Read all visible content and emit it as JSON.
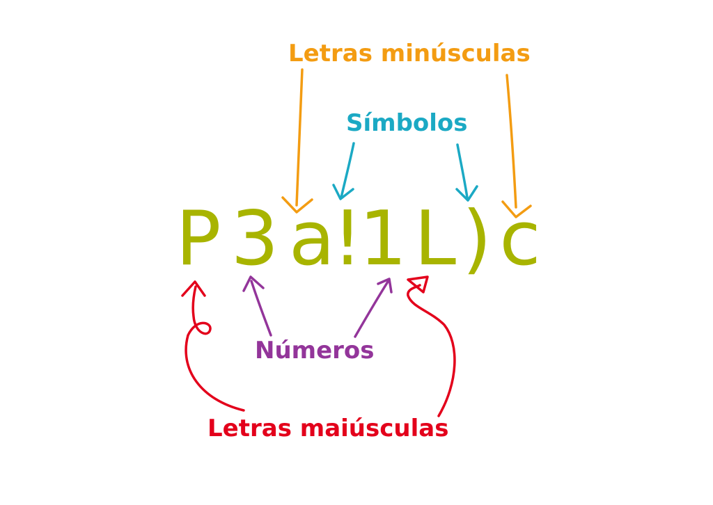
{
  "password": [
    "P",
    "3",
    "a",
    "!",
    "1",
    "L",
    ")",
    "c"
  ],
  "labels": {
    "lowercase": "Letras minúsculas",
    "symbols": "Símbolos",
    "numbers": "Números",
    "uppercase": "Letras maiúsculas"
  },
  "colors": {
    "background": "#ffffff",
    "password_text": "#a8b400",
    "lowercase": "#f39c12",
    "symbols": "#1ba9c4",
    "numbers": "#93359a",
    "uppercase": "#e3001b"
  }
}
